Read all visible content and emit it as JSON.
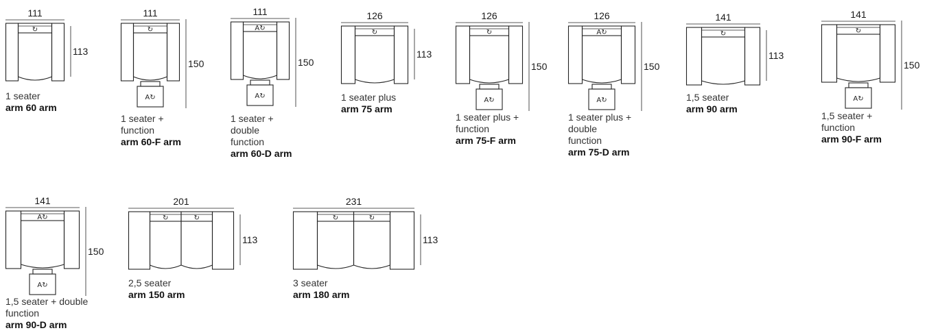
{
  "items": [
    {
      "width": "111",
      "height": "113",
      "name": "1 seater",
      "code": "arm 60 arm",
      "seat_icon": "↻"
    },
    {
      "width": "111",
      "height": "150",
      "name": "1 seater +\nfunction",
      "code": "arm 60-F arm",
      "seat_icon": "↻",
      "footrest_icon": "A↻"
    },
    {
      "width": "111",
      "height": "150",
      "name": "1 seater +\ndouble\nfunction",
      "code": "arm 60-D arm",
      "seat_icon": "A↻",
      "footrest_icon": "A↻"
    },
    {
      "width": "126",
      "height": "113",
      "name": "1 seater plus",
      "code": "arm 75 arm",
      "seat_icon": "↻"
    },
    {
      "width": "126",
      "height": "150",
      "name": "1 seater plus +\nfunction",
      "code": "arm 75-F arm",
      "seat_icon": "↻",
      "footrest_icon": "A↻"
    },
    {
      "width": "126",
      "height": "150",
      "name": "1 seater plus +\ndouble\nfunction",
      "code": "arm 75-D arm",
      "seat_icon": "A↻",
      "footrest_icon": "A↻"
    },
    {
      "width": "141",
      "height": "113",
      "name": "1,5 seater",
      "code": "arm 90 arm",
      "seat_icon": "↻"
    },
    {
      "width": "141",
      "height": "150",
      "name": "1,5 seater +\nfunction",
      "code": "arm 90-F arm",
      "seat_icon": "↻",
      "footrest_icon": "A↻"
    },
    {
      "width": "141",
      "height": "150",
      "name": "1,5 seater + double\nfunction",
      "code": "arm 90-D arm",
      "seat_icon": "A↻",
      "footrest_icon": "A↻"
    },
    {
      "width": "201",
      "height": "113",
      "name": "2,5 seater",
      "code": "arm 150 arm",
      "seat_icon": "↻"
    },
    {
      "width": "231",
      "height": "113",
      "name": "3 seater",
      "code": "arm 180 arm",
      "seat_icon": "↻"
    }
  ]
}
